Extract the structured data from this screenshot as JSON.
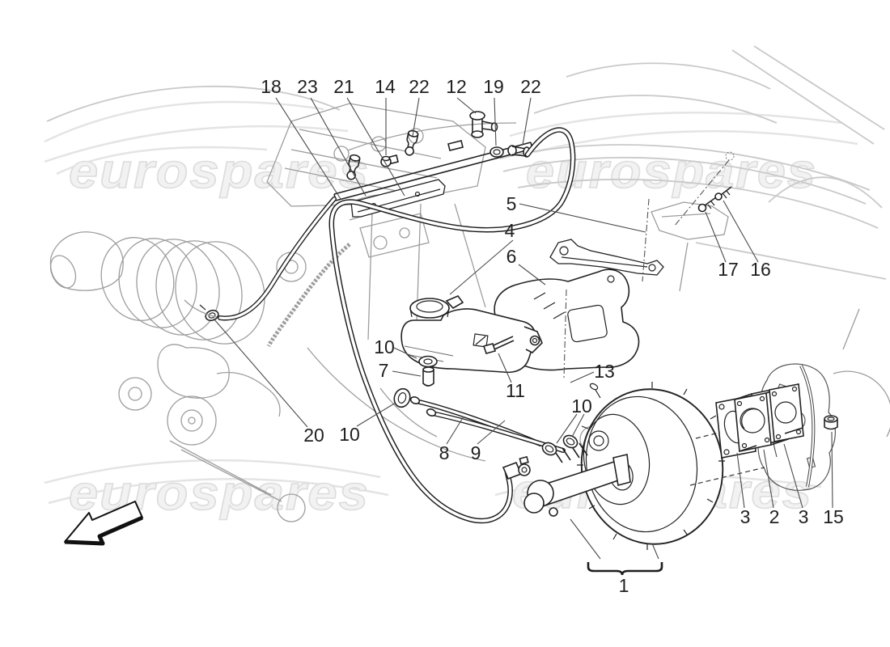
{
  "watermark": {
    "text": "eurospares"
  },
  "diagram": {
    "callouts": [
      {
        "label": "18"
      },
      {
        "label": "23"
      },
      {
        "label": "21"
      },
      {
        "label": "14"
      },
      {
        "label": "22"
      },
      {
        "label": "12"
      },
      {
        "label": "19"
      },
      {
        "label": "22"
      },
      {
        "label": "5"
      },
      {
        "label": "4"
      },
      {
        "label": "6"
      },
      {
        "label": "17"
      },
      {
        "label": "16"
      },
      {
        "label": "10"
      },
      {
        "label": "7"
      },
      {
        "label": "11"
      },
      {
        "label": "13"
      },
      {
        "label": "10"
      },
      {
        "label": "20"
      },
      {
        "label": "10"
      },
      {
        "label": "8"
      },
      {
        "label": "9"
      },
      {
        "label": "3"
      },
      {
        "label": "2"
      },
      {
        "label": "3"
      },
      {
        "label": "15"
      },
      {
        "label": "1"
      }
    ]
  },
  "icons": {
    "orientation_arrow": "arrow-down-left"
  },
  "colors": {
    "line": "#1e1e1e",
    "engine_line": "#9d9d9d",
    "car_body_line": "#c9c9c9",
    "watermark_fill": "#f2f2f2",
    "watermark_stroke": "#dddddd",
    "background": "#ffffff"
  }
}
